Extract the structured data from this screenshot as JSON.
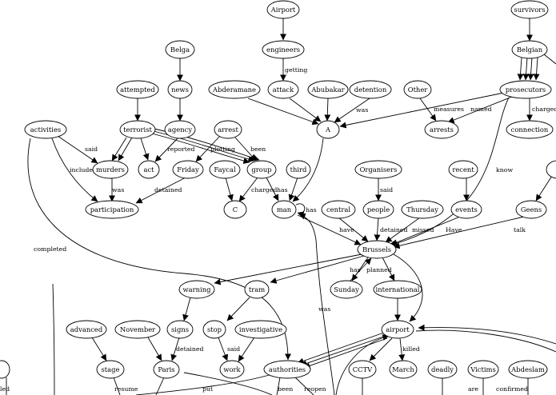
{
  "nodes": {
    "airport_top": "Airport",
    "survivors": "survivors",
    "engineers": "engineers",
    "belgian": "Belgian",
    "belga": "Belga",
    "attempted": "attempted",
    "news": "news",
    "abderamane": "Abderamane",
    "attack": "attack",
    "abubakar": "Abubakar",
    "detention": "detention",
    "other": "Other",
    "prosecutors": "prosecutors",
    "activities": "activities",
    "terrorist": "terrorist",
    "agency": "agency",
    "arrest": "arrest",
    "A": "A",
    "arrests": "arrests",
    "connection": "connection",
    "murders": "murders",
    "act": "act",
    "friday": "Friday",
    "faycal": "Faycal",
    "group": "group",
    "third": "third",
    "organisers": "Organisers",
    "recent": "recent",
    "participation": "participation",
    "C": "C",
    "man": "man",
    "central": "central",
    "people": "people",
    "thursday": "Thursday",
    "events": "events",
    "geens": "Geens",
    "brussels": "Brussels",
    "warning": "warning",
    "tram": "tram",
    "sunday": "Sunday",
    "international": "international",
    "advanced": "advanced",
    "november": "November",
    "signs": "signs",
    "stop": "stop",
    "investigative": "investigative",
    "airport": "airport",
    "stage": "stage",
    "paris": "Paris",
    "work": "work",
    "authorities": "authorities",
    "cctv": "CCTV",
    "march": "March",
    "deadly": "deadly",
    "victims": "Victims",
    "abdeslam": "Abdeslam",
    "left_partial": "led"
  },
  "edge_labels": {
    "getting": "getting",
    "was_detention": "was",
    "measures": "measures",
    "named": "named",
    "charged_prosecutors": "charged",
    "said_activities": "said",
    "reported": "reported",
    "plotting": "plotting",
    "been_arrest": "been",
    "include": "include",
    "know": "know",
    "was_murders": "was",
    "detained_friday": "detained",
    "charged_group": "charged",
    "has_group": "has",
    "said_organisers": "said",
    "has_self": "has",
    "have": "have",
    "detained_people": "detained",
    "missed": "missed",
    "have_events": "Have",
    "talk": "talk",
    "completed": "completed",
    "has_sunday": "has",
    "planned": "planned",
    "was_man": "was",
    "detained_signs": "detained",
    "said_stop": "said",
    "killed": "killed",
    "resume": "resume",
    "put": "put",
    "been_authorities": "been",
    "reopen": "reopen",
    "are": "are",
    "confirmed": "confirmed"
  }
}
